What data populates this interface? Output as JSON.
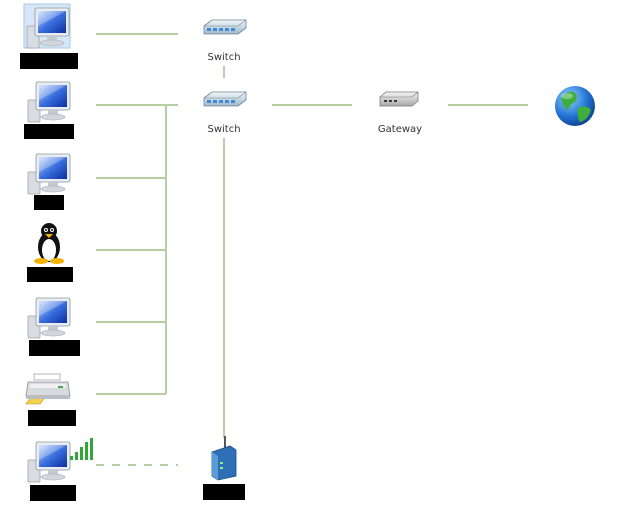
{
  "colors": {
    "link": "#b5cfa3",
    "redaction": "#000000",
    "screen": "#1f4fc8",
    "label": "#333333"
  },
  "labels": {
    "switch_top": "Switch",
    "switch_main": "Switch",
    "gateway": "Gateway"
  },
  "devices": [
    {
      "id": "pc-1",
      "icon": "desktop-computer-icon",
      "label_redacted": true,
      "selected": true
    },
    {
      "id": "pc-2",
      "icon": "desktop-computer-icon",
      "label_redacted": true
    },
    {
      "id": "pc-3",
      "icon": "desktop-computer-icon",
      "label_redacted": true
    },
    {
      "id": "linux-host",
      "icon": "linux-penguin-icon",
      "label_redacted": true
    },
    {
      "id": "pc-4",
      "icon": "desktop-computer-icon",
      "label_redacted": true
    },
    {
      "id": "printer",
      "icon": "printer-icon",
      "label_redacted": true
    },
    {
      "id": "wireless-pc",
      "icon": "wireless-computer-icon",
      "label_redacted": true
    },
    {
      "id": "access-point",
      "icon": "wireless-access-point-icon",
      "label_redacted": true
    },
    {
      "id": "switch-top",
      "icon": "network-switch-icon"
    },
    {
      "id": "switch-main",
      "icon": "network-switch-icon"
    },
    {
      "id": "gateway",
      "icon": "gateway-router-icon"
    },
    {
      "id": "internet",
      "icon": "globe-icon"
    }
  ]
}
